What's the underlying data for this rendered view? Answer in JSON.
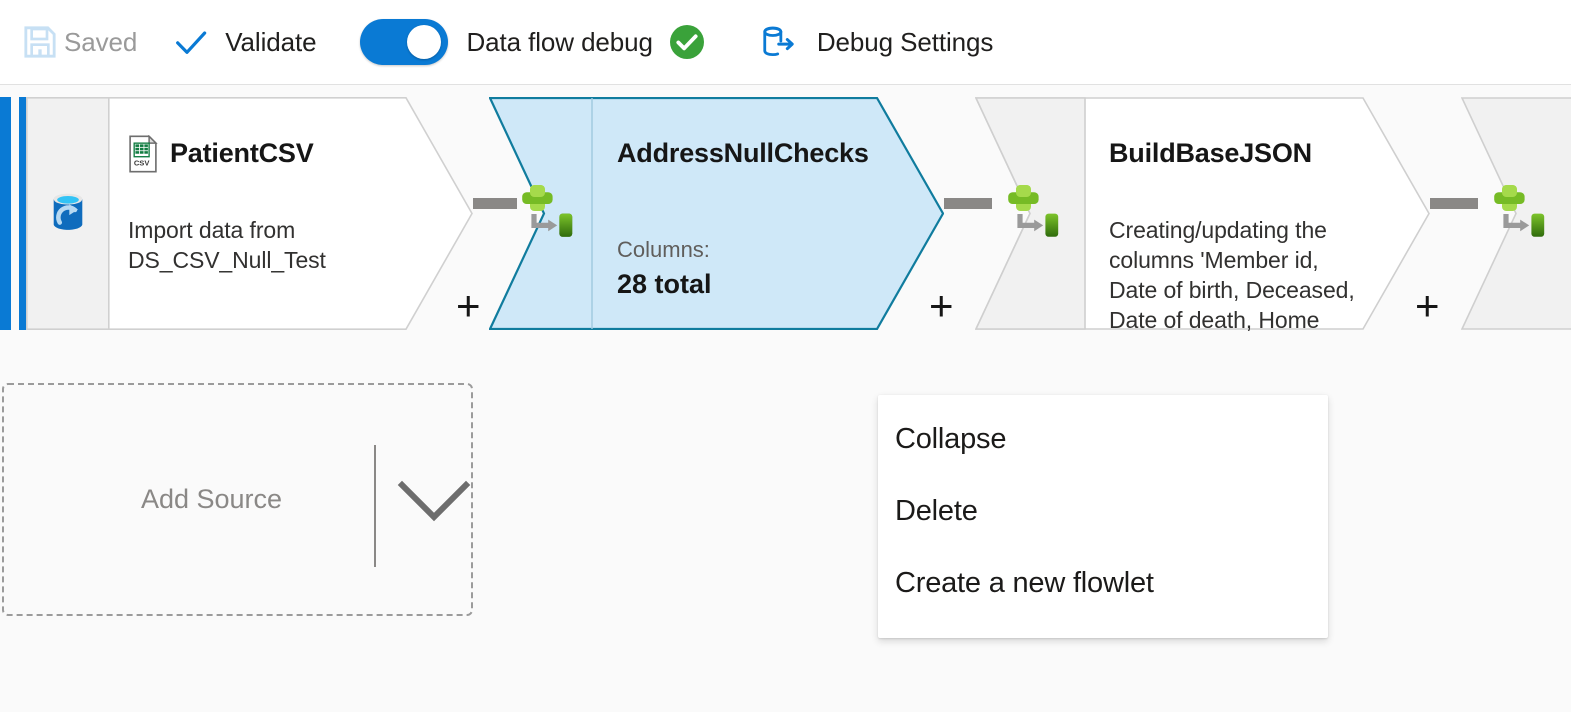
{
  "toolbar": {
    "save": {
      "label": "Saved",
      "icon": "save-icon",
      "disabled": true
    },
    "validate": {
      "label": "Validate",
      "icon": "checkmark-icon"
    },
    "data_flow_debug": {
      "label": "Data flow debug",
      "toggle_on": true,
      "status_icon": "success-check-icon"
    },
    "debug_settings": {
      "label": "Debug Settings",
      "icon": "debug-settings-icon"
    }
  },
  "canvas": {
    "background_color": "#fafafa",
    "stream_accent_color": "#0a7ad4",
    "selected_border_color": "#107c9e",
    "selected_fill_color": "#cfe8f8",
    "connector_color": "#8a8886",
    "add_plus_symbol": "+",
    "nodes": [
      {
        "name": "PatientCSV",
        "type": "source",
        "icon": "csv-file-icon",
        "rail_icon": "database-source-icon",
        "description": "Import data from DS_CSV_Null_Test",
        "selected": false
      },
      {
        "name": "AddressNullChecks",
        "type": "derived-column",
        "rail_icon": "derived-column-icon",
        "columns_label": "Columns:",
        "columns_value": "28 total",
        "selected": true
      },
      {
        "name": "BuildBaseJSON",
        "type": "derived-column",
        "rail_icon": "derived-column-icon",
        "description": "Creating/updating the columns 'Member id, Date of birth, Deceased, Date of death, Home contact address,",
        "selected": false
      },
      {
        "name": "",
        "type": "derived-column",
        "rail_icon": "derived-column-icon",
        "selected": false
      }
    ],
    "add_source": {
      "label": "Add Source",
      "chevron_icon": "chevron-down-icon"
    }
  },
  "context_menu": {
    "items": [
      {
        "label": "Collapse",
        "name": "menu-item-collapse"
      },
      {
        "label": "Delete",
        "name": "menu-item-delete"
      },
      {
        "label": "Create a new flowlet",
        "name": "menu-item-create-flowlet"
      }
    ]
  }
}
